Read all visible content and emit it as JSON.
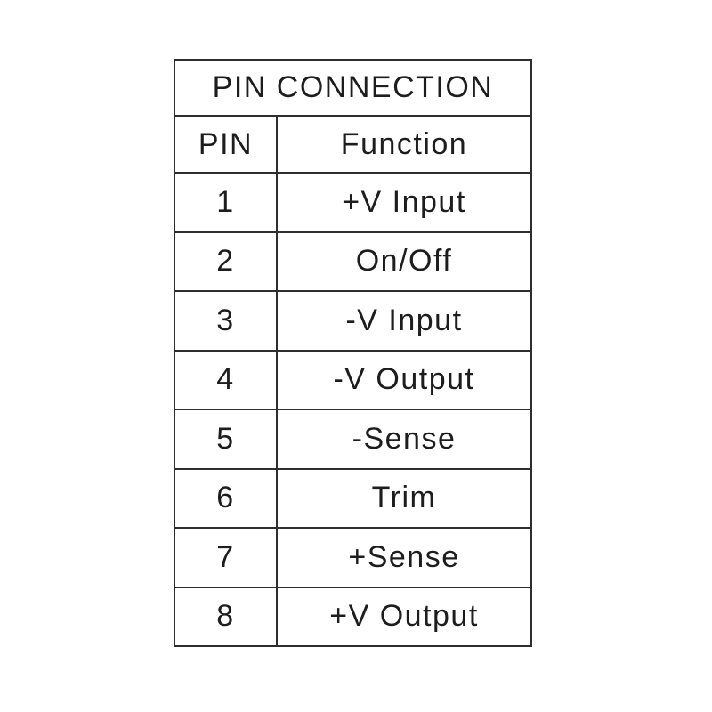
{
  "table": {
    "title": "PIN CONNECTION",
    "columns": {
      "pin": "PIN",
      "function": "Function"
    },
    "rows": [
      {
        "pin": "1",
        "function": "+V Input"
      },
      {
        "pin": "2",
        "function": "On/Off"
      },
      {
        "pin": "3",
        "function": "-V Input"
      },
      {
        "pin": "4",
        "function": "-V Output"
      },
      {
        "pin": "5",
        "function": "-Sense"
      },
      {
        "pin": "6",
        "function": "Trim"
      },
      {
        "pin": "7",
        "function": "+Sense"
      },
      {
        "pin": "8",
        "function": "+V Output"
      }
    ],
    "colors": {
      "border": "#2e2e2e",
      "text": "#1d1d1d",
      "background": "#ffffff"
    }
  }
}
